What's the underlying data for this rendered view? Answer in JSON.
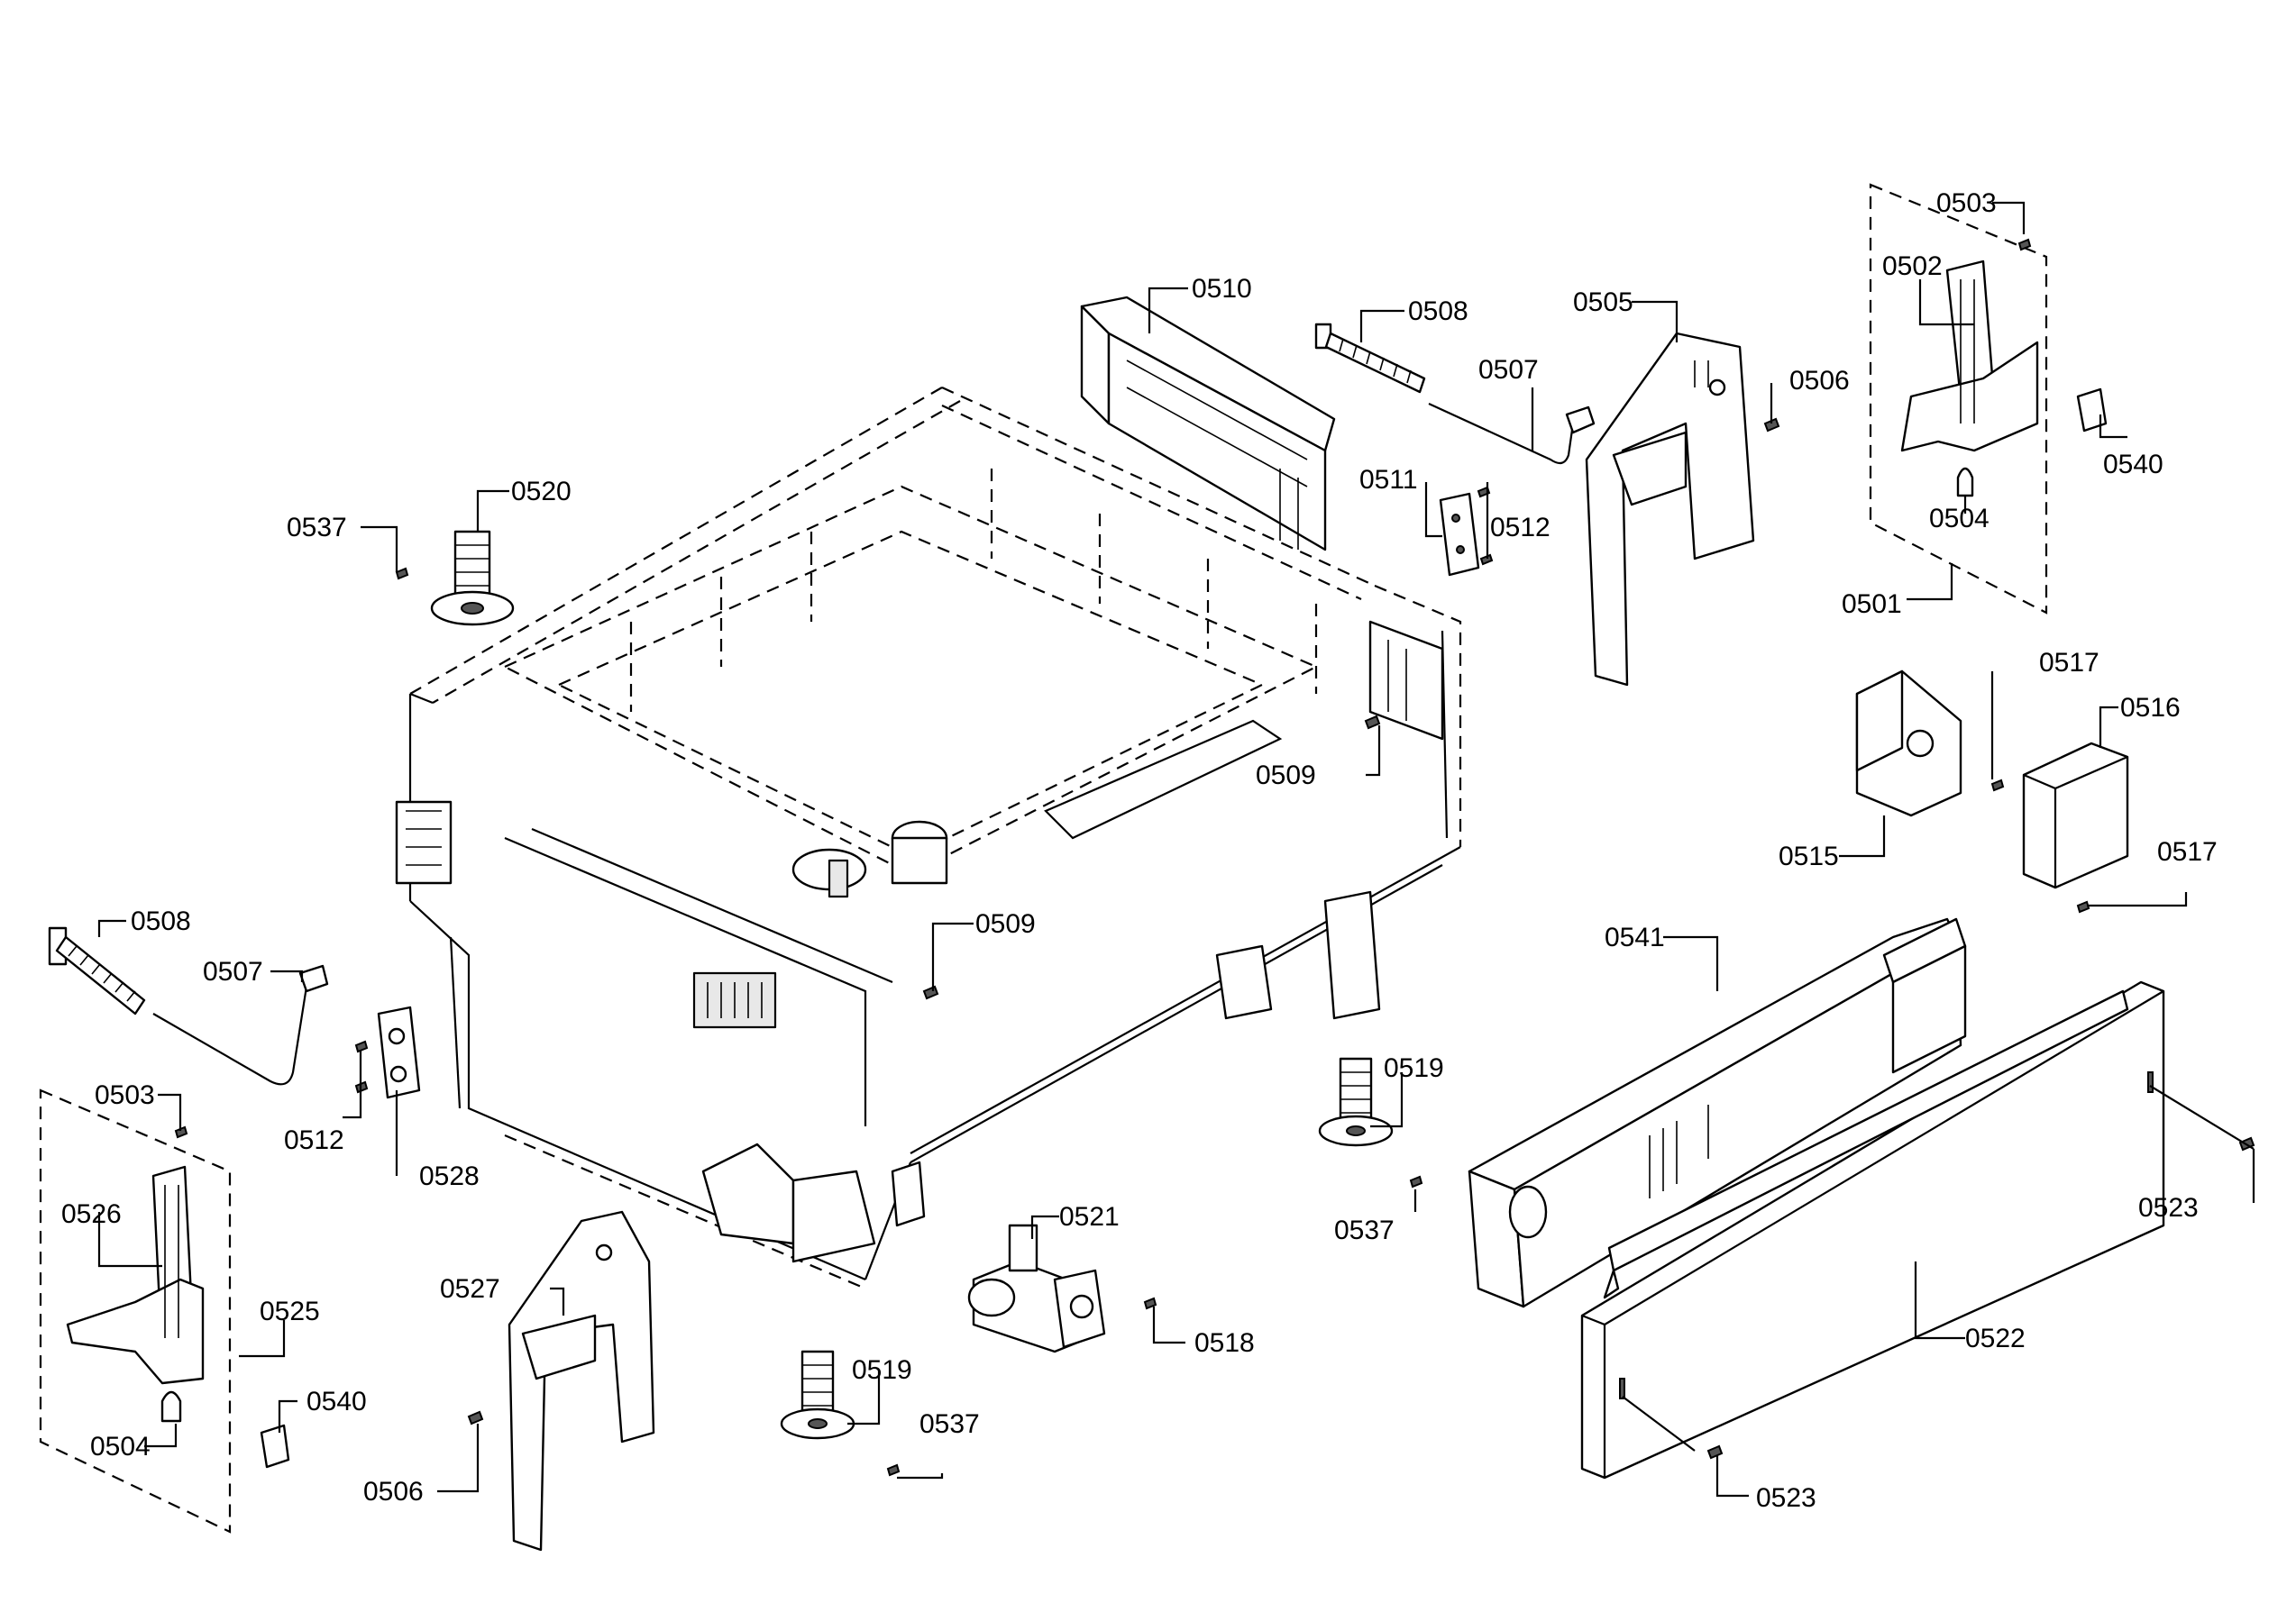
{
  "labels": {
    "l0510": "0510",
    "l0508a": "0508",
    "l0507a": "0507",
    "l0505": "0505",
    "l0506a": "0506",
    "l0503a": "0503",
    "l0502": "0502",
    "l0540a": "0540",
    "l0504a": "0504",
    "l0501": "0501",
    "l0511": "0511",
    "l0512a": "0512",
    "l0537a": "0537",
    "l0520": "0520",
    "l0509a": "0509",
    "l0517a": "0517",
    "l0516": "0516",
    "l0515": "0515",
    "l0517b": "0517",
    "l0541": "0541",
    "l0508b": "0508",
    "l0507b": "0507",
    "l0509b": "0509",
    "l0519a": "0519",
    "l0512b": "0512",
    "l0528": "0528",
    "l0503b": "0503",
    "l0526": "0526",
    "l0525": "0525",
    "l0537b": "0537",
    "l0523a": "0523",
    "l0521": "0521",
    "l0527": "0527",
    "l0518": "0518",
    "l0522": "0522",
    "l0540b": "0540",
    "l0504b": "0504",
    "l0519b": "0519",
    "l0537c": "0537",
    "l0506b": "0506",
    "l0523b": "0523"
  }
}
